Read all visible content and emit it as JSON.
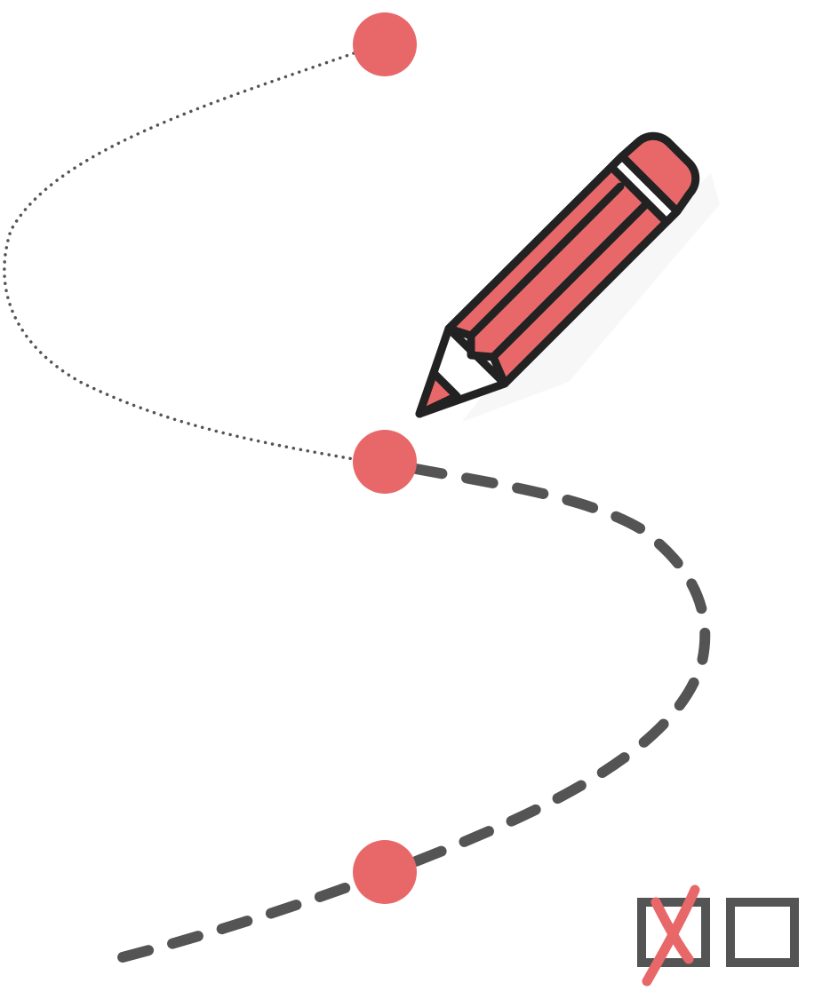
{
  "colors": {
    "accent": "#e8686a",
    "ink": "#222222",
    "path": "#545454",
    "pencil_body": "#e8686a",
    "pencil_wood": "#ffffff",
    "checkbox_border": "#545454",
    "check_mark": "#e8686a"
  },
  "illustration": {
    "icons": [
      "pencil-icon",
      "route-point-icon",
      "checkbox-icon",
      "cross-mark-icon"
    ],
    "route": {
      "upper_segment_style": "dotted",
      "lower_segment_style": "dashed",
      "points": 3
    },
    "checkboxes": [
      {
        "state": "crossed"
      },
      {
        "state": "empty"
      }
    ]
  }
}
